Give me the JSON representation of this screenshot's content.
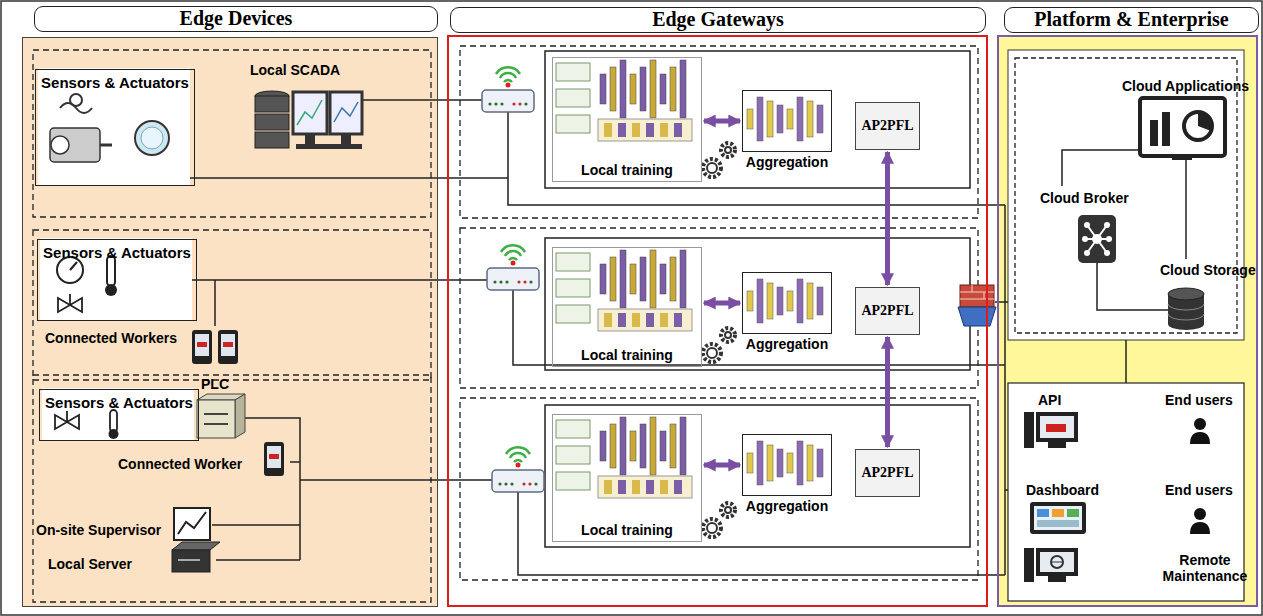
{
  "diagram": {
    "nodes": [
      {
        "text": [
          "Edge Devices"
        ]
      },
      {
        "text": [
          "Sensors & Actuators"
        ],
        "in": 0
      },
      {
        "text": [
          "Sensors & Actuators"
        ],
        "in": 0
      },
      {
        "text": [
          "Sensors & Actuators"
        ],
        "in": 0
      },
      {
        "text": [
          "Edge Gateways"
        ]
      },
      {
        "text": [
          "Local training"
        ],
        "in": 4
      },
      {
        "text": [
          "Aggregation"
        ],
        "in": 4
      },
      {
        "text": [
          "AP2PFL"
        ],
        "in": 4
      },
      {
        "text": [
          "Local training"
        ],
        "in": 4
      },
      {
        "text": [
          "Aggregation"
        ],
        "in": 4
      },
      {
        "text": [
          "AP2PFL"
        ],
        "in": 4
      },
      {
        "text": [
          "Local training"
        ],
        "in": 4
      },
      {
        "text": [
          "Aggregation"
        ],
        "in": 4
      },
      {
        "text": [
          "AP2PFL"
        ],
        "in": 4
      },
      {
        "text": [
          "Platform & Enterprise"
        ]
      }
    ],
    "edges": [
      {
        "from": 5,
        "to": 6,
        "arrow": "both"
      },
      {
        "from": 8,
        "to": 9,
        "arrow": "both"
      },
      {
        "from": 11,
        "to": 12,
        "arrow": "both"
      },
      {
        "from": 7,
        "to": 10,
        "arrow": "both"
      },
      {
        "from": 10,
        "to": 13,
        "arrow": "both"
      }
    ],
    "labels": [
      "Local SCADA",
      "Connected Workers",
      "PLC",
      "Connected Worker",
      "On-site Supervisor",
      "Local Server",
      "Cloud Applications",
      "Cloud Broker",
      "Cloud Storage",
      "API",
      "End users",
      "End users",
      "Dashboard",
      "Remote Maintenance"
    ]
  }
}
